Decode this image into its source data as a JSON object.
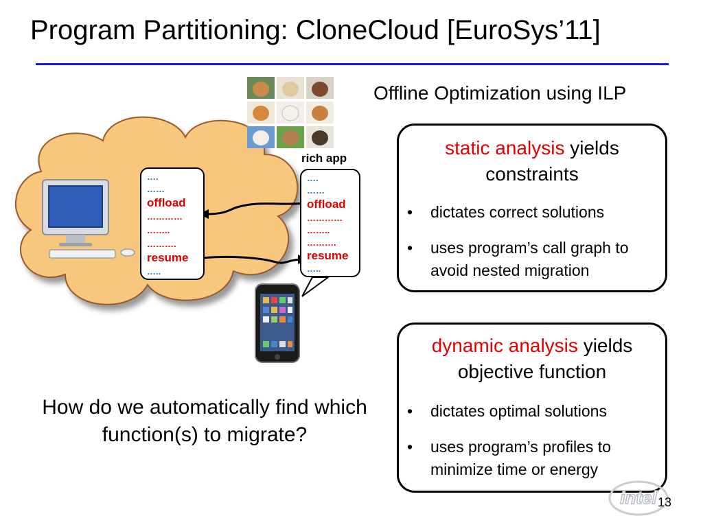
{
  "slide": {
    "title": "Program Partitioning: CloneCloud [EuroSys’11]",
    "subtitle": "Offline Optimization using ILP",
    "page_number": "13",
    "logo": "intel",
    "colors": {
      "title_rule": "#1a1adc",
      "highlight_red": "#e00000",
      "code_blue": "#1a6bc4",
      "cloud_fill": "#f7c77e"
    }
  },
  "static_box": {
    "head_red": "static analysis",
    "head_rest_1": "yields",
    "head_line2": "constraints",
    "bullets": [
      {
        "marker": "•",
        "text": "dictates correct solutions"
      },
      {
        "marker": "•",
        "text": "uses program’s call graph to avoid nested migration"
      }
    ]
  },
  "dynamic_box": {
    "head_red": "dynamic analysis",
    "head_rest_1": "yields",
    "head_line2": "objective function",
    "bullets": [
      {
        "marker": "•",
        "text": "dictates optimal solutions"
      },
      {
        "marker": "•",
        "text": "uses program’s profiles to minimize time or energy"
      }
    ]
  },
  "diagram": {
    "rich_app_label": "rich app",
    "cloud_code": [
      "….",
      "……",
      "offload",
      "…………",
      "……..",
      "……….",
      "resume",
      "….."
    ],
    "phone_code": [
      "….",
      "……",
      "offload",
      "…………",
      "……..",
      "……….",
      "resume",
      "….."
    ],
    "icons": [
      "desktop-computer-icon",
      "smartphone-icon",
      "dog-photos-grid"
    ]
  },
  "question": "How do we automatically find which function(s) to migrate?"
}
